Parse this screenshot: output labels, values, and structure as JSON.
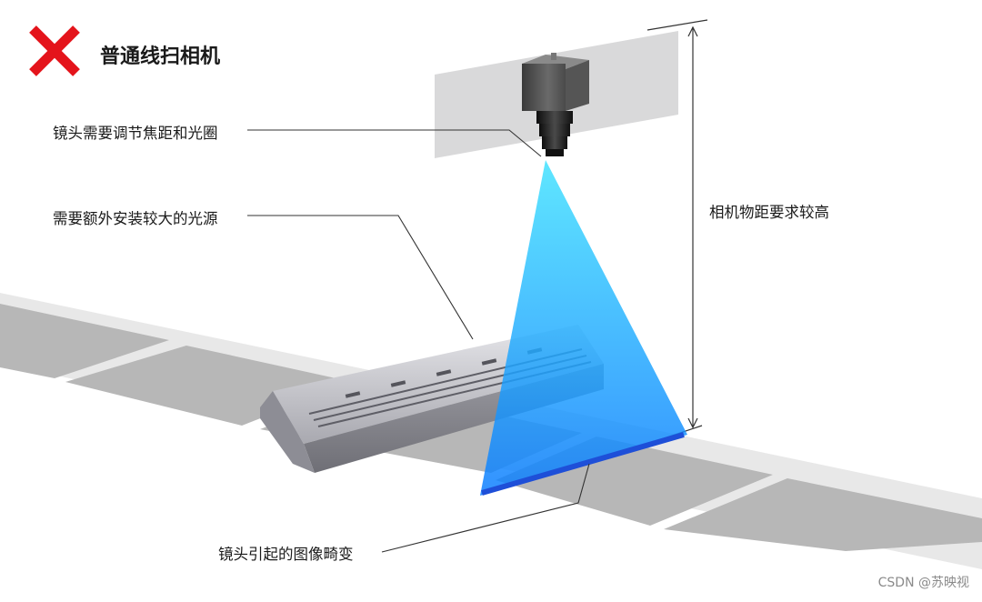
{
  "header": {
    "title": "普通线扫相机",
    "status_icon": "cross-icon",
    "status_color": "#e4141b"
  },
  "annotations": {
    "lens": "镜头需要调节焦距和光圈",
    "light": "需要额外安装较大的光源",
    "distance": "相机物距要求较高",
    "distortion": "镜头引起的图像畸变"
  },
  "watermark": "CSDN @苏映视",
  "colors": {
    "beam_top": "#3fe2ff",
    "beam_bottom": "#0a7cff",
    "scan_line": "#1e4fd8",
    "belt": "#e7e7e7",
    "belt_panel": "#b5b5b5"
  }
}
